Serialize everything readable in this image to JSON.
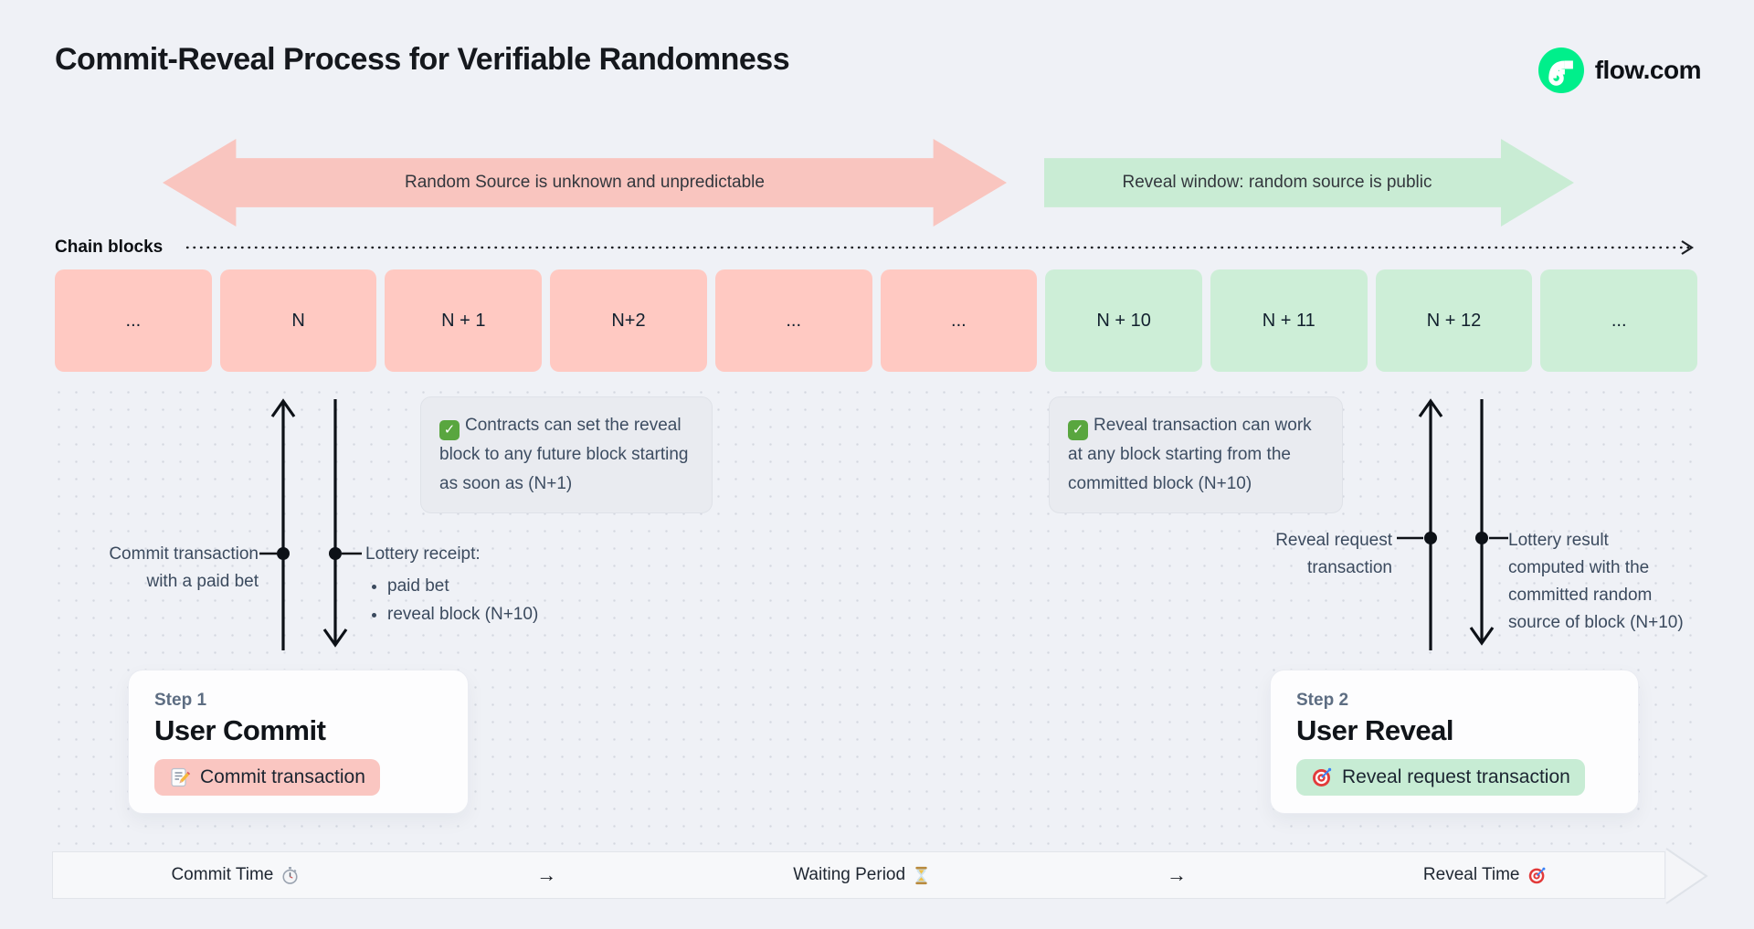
{
  "header": {
    "title": "Commit-Reveal Process for Verifiable Randomness",
    "brand": "flow.com"
  },
  "legend": {
    "unknown_label": "Random Source is unknown and unpredictable",
    "reveal_label": "Reveal window: random source is public"
  },
  "chain": {
    "label": "Chain blocks",
    "blocks": [
      {
        "label": "...",
        "color": "pink"
      },
      {
        "label": "N",
        "color": "pink"
      },
      {
        "label": "N + 1",
        "color": "pink"
      },
      {
        "label": "N+2",
        "color": "pink"
      },
      {
        "label": "...",
        "color": "pink"
      },
      {
        "label": "...",
        "color": "pink"
      },
      {
        "label": "N + 10",
        "color": "green"
      },
      {
        "label": "N + 11",
        "color": "green"
      },
      {
        "label": "N + 12",
        "color": "green"
      },
      {
        "label": "...",
        "color": "green"
      }
    ]
  },
  "callouts": {
    "left": {
      "icon": "check-icon",
      "check_glyph": "✓",
      "text": "Contracts can set the reveal block to any future block starting as soon as (N+1)"
    },
    "right": {
      "icon": "check-icon",
      "check_glyph": "✓",
      "text": "Reveal transaction can work at any block starting from the committed block (N+10)"
    }
  },
  "annotations": {
    "commit_tx": {
      "line1": "Commit transaction",
      "line2": "with a paid bet"
    },
    "lottery_receipt": {
      "title": "Lottery receipt:",
      "items": [
        "paid bet",
        "reveal block (N+10)"
      ]
    },
    "reveal_request": {
      "line1": "Reveal request",
      "line2": "transaction"
    },
    "lottery_result": {
      "line1": "Lottery result",
      "line2": "computed with the",
      "line3": "committed random",
      "line4": "source of block (N+10)"
    }
  },
  "steps": {
    "commit": {
      "eyebrow": "Step 1",
      "title": "User Commit",
      "pill_label": "Commit transaction",
      "pill_icon": "memo-icon"
    },
    "reveal": {
      "eyebrow": "Step 2",
      "title": "User Reveal",
      "pill_label": "Reveal request transaction",
      "pill_icon": "target-icon"
    }
  },
  "timeline": {
    "items": [
      {
        "label": "Commit Time",
        "icon": "stopwatch-icon"
      },
      {
        "label": "→",
        "icon": "arrow-right"
      },
      {
        "label": "Waiting Period",
        "icon": "hourglass-icon"
      },
      {
        "label": "→",
        "icon": "arrow-right"
      },
      {
        "label": "Reveal Time",
        "icon": "target-icon"
      }
    ]
  },
  "colors": {
    "accent_green": "#00ef8b",
    "block_pink": "#ffc9c2",
    "block_green": "#cdeed7",
    "arrow_pink": "#f9c5bf",
    "arrow_green": "#c9ecd4"
  }
}
